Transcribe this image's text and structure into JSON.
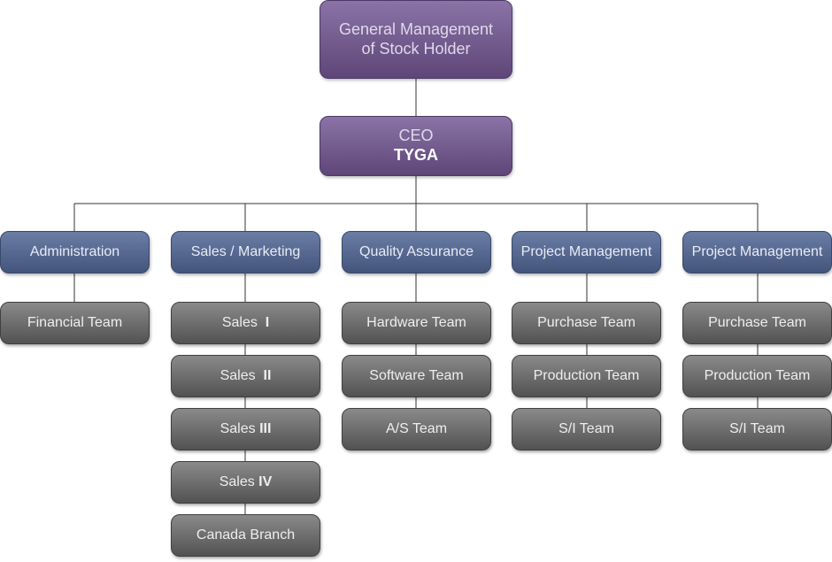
{
  "top": {
    "stockholder_line1": "General Management",
    "stockholder_line2": "of Stock Holder",
    "ceo_title": "CEO",
    "ceo_name": "TYGA"
  },
  "columns": [
    {
      "dept": "Administration",
      "teams": [
        "Financial Team"
      ]
    },
    {
      "dept": "Sales / Marketing",
      "teams": [
        "Sales",
        "Sales",
        "Sales",
        "Sales",
        "Canada Branch"
      ],
      "numerals": [
        "I",
        "II",
        "III",
        "IV"
      ]
    },
    {
      "dept": "Quality Assurance",
      "teams": [
        "Hardware Team",
        "Software Team",
        "A/S Team"
      ]
    },
    {
      "dept": "Project Management",
      "teams": [
        "Purchase Team",
        "Production Team",
        "S/I Team"
      ]
    },
    {
      "dept": "Project Management",
      "teams": [
        "Purchase Team",
        "Production Team",
        "S/I Team"
      ]
    }
  ],
  "colors": {
    "top_box": "#6f5890",
    "dept_box": "#52638c",
    "team_box": "#6b6b6b",
    "connector": "#333333"
  }
}
